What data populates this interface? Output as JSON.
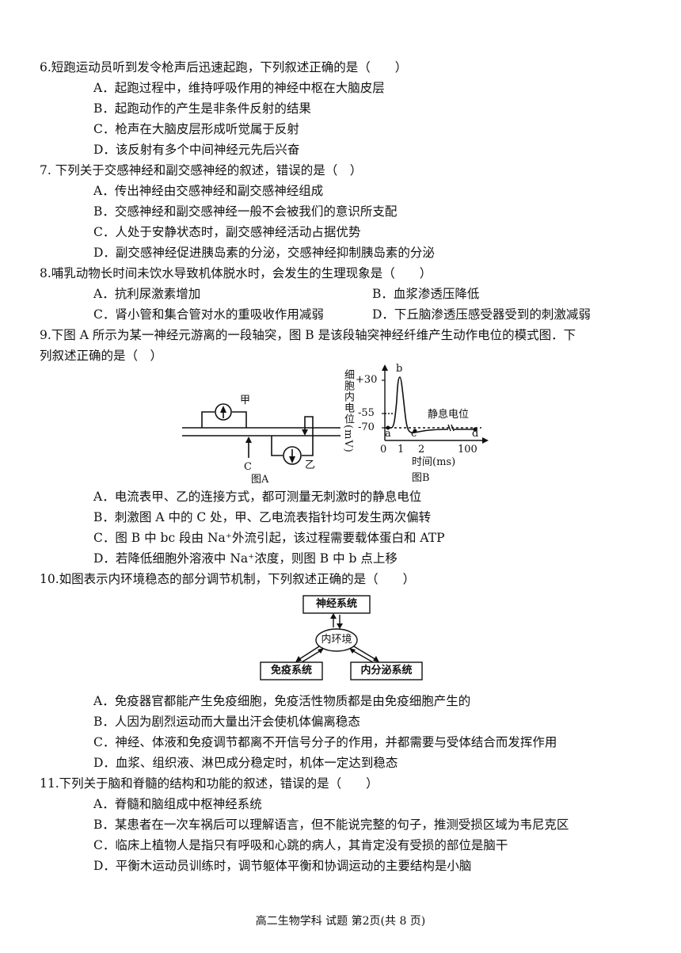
{
  "questions": {
    "q6": {
      "stem": "6.短跑运动员听到发令枪声后迅速起跑，下列叙述正确的是（　　）",
      "options": [
        "A．起跑过程中，维持呼吸作用的神经中枢在大脑皮层",
        "B．起跑动作的产生是非条件反射的结果",
        "C．枪声在大脑皮层形成听觉属于反射",
        "D．该反射有多个中间神经元先后兴奋"
      ]
    },
    "q7": {
      "stem": "7. 下列关于交感神经和副交感神经的叙述，错误的是（　）",
      "options": [
        "A．传出神经由交感神经和副交感神经组成",
        "B．交感神经和副交感神经一般不会被我们的意识所支配",
        "C．人处于安静状态时，副交感神经活动占据优势",
        "D．副交感神经促进胰岛素的分泌，交感神经抑制胰岛素的分泌"
      ]
    },
    "q8": {
      "stem": "8.哺乳动物长时间未饮水导致机体脱水时，会发生的生理现象是（　　）",
      "options": [
        "A．抗利尿激素增加",
        "B．血浆渗透压降低",
        "C．肾小管和集合管对水的重吸收作用减弱",
        "D．下丘脑渗透压感受器受到的刺激减弱"
      ]
    },
    "q9": {
      "stem_line1": "9.下图 A 所示为某一神经元游离的一段轴突，图 B 是该段轴突神经纤维产生动作电位的模式图．下",
      "stem_line2": "列叙述正确的是（　）",
      "figA": {
        "label_jia": "甲",
        "label_yi": "乙",
        "label_c": "C",
        "caption": "图A"
      },
      "figB": {
        "ylabel": "细胞内电位(mV)",
        "yticks": [
          "+30",
          "-55",
          "-70"
        ],
        "xticks": [
          "0",
          "1",
          "2",
          "100"
        ],
        "xlabel": "时间(ms)",
        "point_labels": [
          "a",
          "b",
          "c",
          "d"
        ],
        "annotation": "静息电位",
        "caption": "图B"
      },
      "options": [
        "A．电流表甲、乙的连接方式，都可测量无刺激时的静息电位",
        "B．刺激图 A 中的 C 处，甲、乙电流表指针均可发生两次偏转",
        "C．图 B 中 bc 段由 Na⁺外流引起，该过程需要载体蛋白和 ATP",
        "D．若降低细胞外溶液中 Na⁺浓度，则图 B 中 b 点上移"
      ]
    },
    "q10": {
      "stem": "10.如图表示内环境稳态的部分调节机制，下列叙述正确的是（　　）",
      "diagram": {
        "top": "神经系统",
        "center": "内环境",
        "left": "免疫系统",
        "right": "内分泌系统"
      },
      "options": [
        "A．免疫器官都能产生免疫细胞，免疫活性物质都是由免疫细胞产生的",
        "B．人因为剧烈运动而大量出汗会使机体偏离稳态",
        "C．神经、体液和免疫调节都离不开信号分子的作用，并都需要与受体结合而发挥作用",
        "D．血浆、组织液、淋巴成分稳定时，机体一定达到稳态"
      ]
    },
    "q11": {
      "stem": "11.下列关于脑和脊髓的结构和功能的叙述，错误的是（　　）",
      "options": [
        "A．脊髓和脑组成中枢神经系统",
        "B．某患者在一次车祸后可以理解语言，但不能说完整的句子，推测受损区域为韦尼克区",
        "C．临床上植物人是指只有呼吸和心跳的病人，其肯定没有受损的部位是脑干",
        "D．平衡木运动员训练时，调节躯体平衡和协调运动的主要结构是小脑"
      ]
    }
  },
  "footer": "高二生物学科 试题 第2页(共 8 页)"
}
